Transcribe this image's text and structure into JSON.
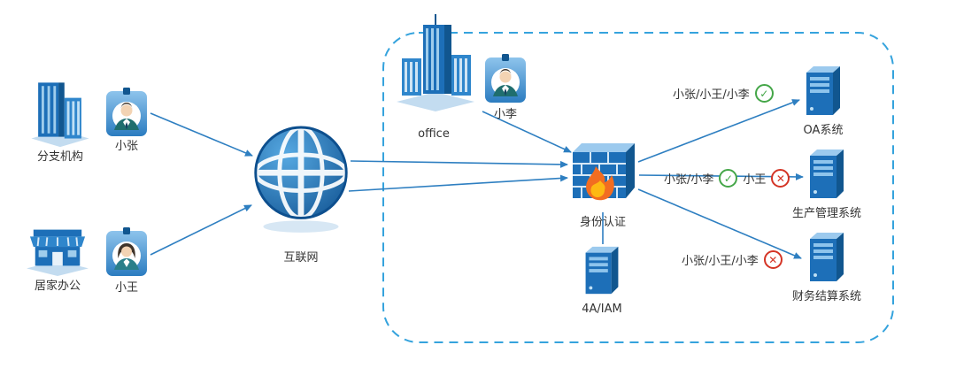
{
  "nodes": {
    "branch_office": "分支机构",
    "user_zhang": "小张",
    "home_office": "居家办公",
    "user_wang": "小王",
    "internet": "互联网",
    "office": "office",
    "user_li": "小李",
    "identity_auth": "身份认证",
    "iam": "4A/IAM",
    "oa_system": "OA系统",
    "production_system": "生产管理系统",
    "finance_system": "财务结算系统"
  },
  "access": {
    "oa": {
      "users": "小张/小王/小李",
      "result": "allow"
    },
    "production": {
      "allowed_users": "小张/小李",
      "denied_users": "小王"
    },
    "finance": {
      "users": "小张/小王/小李",
      "result": "deny"
    }
  },
  "icons": {
    "check": "✓",
    "cross": "✕"
  },
  "colors": {
    "primary_blue": "#1d6fb8",
    "zone_border": "#35a3dd",
    "arrow_blue": "#2e7fc1",
    "allow_green": "#44a648",
    "deny_red": "#d43425",
    "flame_orange": "#f26d21"
  }
}
